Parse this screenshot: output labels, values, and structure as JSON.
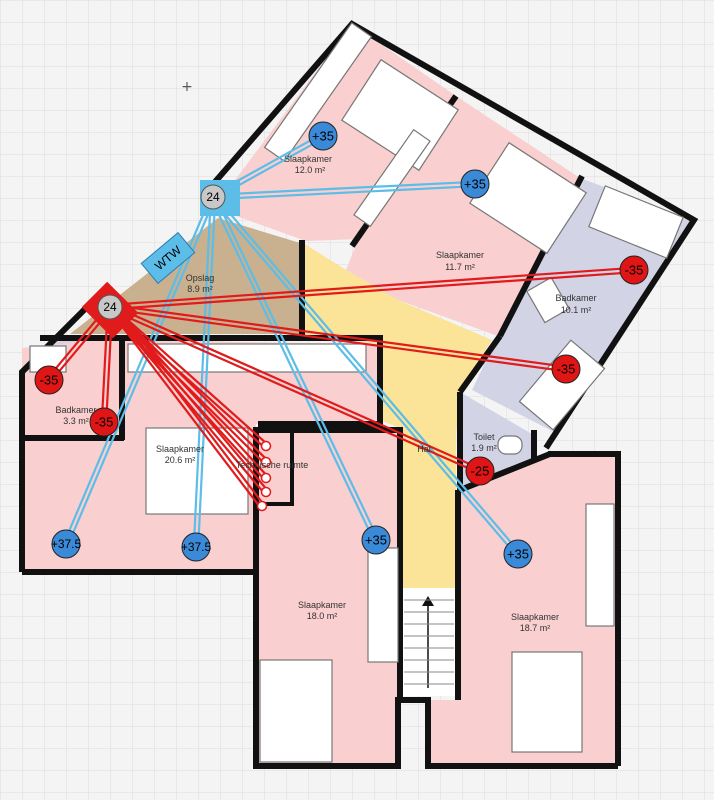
{
  "colors": {
    "supply": "#5bbde8",
    "extract": "#e11b1b",
    "supply_badge": "#3a8ad8",
    "extract_badge": "#e01515",
    "bedroom": "#f9cfcf",
    "bathroom": "#d3d3e6",
    "hall": "#fbe398",
    "storage": "#c9b18f",
    "tech": "#444444",
    "wall": "#111111"
  },
  "unit": {
    "wtw_label": "WTW",
    "supply_node": "24",
    "extract_node": "24"
  },
  "rooms": [
    {
      "id": "slaap-noord",
      "name": "Slaapkamer",
      "area": "12.0 m²"
    },
    {
      "id": "slaap-midden",
      "name": "Slaapkamer",
      "area": "11.7 m²"
    },
    {
      "id": "badkamer-groot",
      "name": "Badkamer",
      "area": "10.1 m²"
    },
    {
      "id": "opslag",
      "name": "Opslag",
      "area": "8.9 m²"
    },
    {
      "id": "badkamer-klein",
      "name": "Badkamer",
      "area": "3.3 m²"
    },
    {
      "id": "slaap-west",
      "name": "Slaapkamer",
      "area": "20.6 m²"
    },
    {
      "id": "technische-ruimte",
      "name": "Technische ruimte",
      "area": ""
    },
    {
      "id": "hal",
      "name": "Hal",
      "area": ""
    },
    {
      "id": "toilet",
      "name": "Toilet",
      "area": "1.9 m²"
    },
    {
      "id": "slaap-zuid",
      "name": "Slaapkamer",
      "area": "18.0 m²"
    },
    {
      "id": "slaap-oost",
      "name": "Slaapkamer",
      "area": "18.7 m²"
    }
  ],
  "supply_valves": [
    {
      "id": "s1",
      "label": "+35"
    },
    {
      "id": "s2",
      "label": "+35"
    },
    {
      "id": "s3",
      "label": "+37.5"
    },
    {
      "id": "s4",
      "label": "+37.5"
    },
    {
      "id": "s5",
      "label": "+35"
    },
    {
      "id": "s6",
      "label": "+35"
    }
  ],
  "extract_valves": [
    {
      "id": "e1",
      "label": "-35"
    },
    {
      "id": "e2",
      "label": "-35"
    },
    {
      "id": "e3",
      "label": "-35"
    },
    {
      "id": "e4",
      "label": "-35"
    },
    {
      "id": "e5",
      "label": "-25"
    }
  ]
}
